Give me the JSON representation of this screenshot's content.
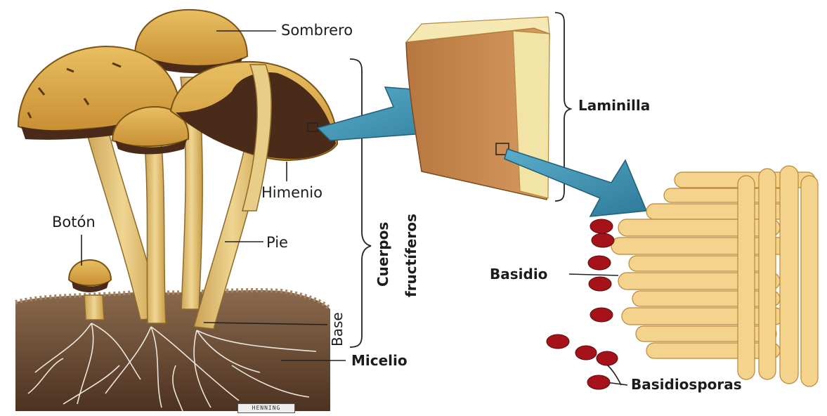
{
  "labels": {
    "sombrero": "Sombrero",
    "himenio": "Himenio",
    "pie": "Pie",
    "boton": "Botón",
    "base": "Base",
    "micelio": "Micelio",
    "cuerpos": "Cuerpos",
    "fructiferos": "fructíferos",
    "laminilla": "Laminilla",
    "basidio": "Basidio",
    "basidiosporas": "Basidiosporas"
  },
  "signature": "HENNING",
  "colors": {
    "cap": "#d9a84a",
    "gill": "#4a2a18",
    "stem": "#e2c178",
    "soil": "#6b4b33",
    "mycelium": "#f5f1e8",
    "arrow": "#3f93b5",
    "lamella": "#c88a52",
    "lamella_edge": "#f2e3a6",
    "basidium": "#f4d38c",
    "spore": "#a5121a"
  }
}
